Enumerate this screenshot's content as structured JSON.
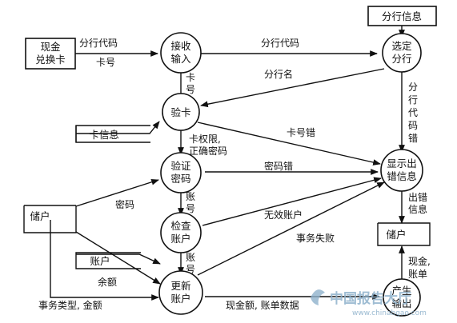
{
  "externals": {
    "cash_card": [
      "现金",
      "兑换卡"
    ],
    "branch_info": "分行信息"
  },
  "stores": {
    "card_info": "卡信息",
    "deposit_left": "储户",
    "account": "账户",
    "deposit_right": "储户"
  },
  "processes": {
    "receive_input": [
      "接收",
      "输入"
    ],
    "select_branch": [
      "选定",
      "分行"
    ],
    "verify_card": "验卡",
    "verify_password": [
      "验证",
      "密码"
    ],
    "check_account": [
      "检查",
      "账户"
    ],
    "update_account": [
      "更新",
      "账户"
    ],
    "display_error": [
      "显示出",
      "错信息"
    ],
    "produce_output": [
      "产生",
      "输出"
    ]
  },
  "flows": {
    "branch_code_card": [
      "分行代码",
      "卡号"
    ],
    "branch_code": "分行代码",
    "branch_name": "分行名",
    "card_no": [
      "卡",
      "号"
    ],
    "branch_code_error": [
      "分",
      "行",
      "代",
      "码",
      "错"
    ],
    "card_no_error": "卡号错",
    "card_perm": [
      "卡权限,",
      "正确密码"
    ],
    "password_error": "密码错",
    "password": "密码",
    "account_no": [
      "账",
      "号"
    ],
    "invalid_account": "无效账户",
    "txn_fail": "事务失败",
    "acct_no2": [
      "账",
      "号"
    ],
    "balance": "余额",
    "txn_type_amount": "事务类型, 金额",
    "cash_amount_data": "现金额, 账单数据",
    "error_info": [
      "出错",
      "信息"
    ],
    "cash_bill": [
      "现金,",
      "账单"
    ]
  },
  "watermark": {
    "text": "中国报告大厅",
    "url": "www.chinabgao.com"
  }
}
